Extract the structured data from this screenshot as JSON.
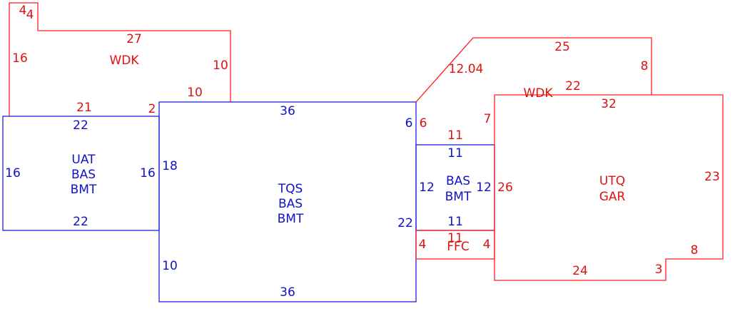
{
  "colors": {
    "red": "#e01010",
    "blue": "#1010c8"
  },
  "areas": {
    "wdk_left": {
      "name": "WDK",
      "dims": [
        "4",
        "4",
        "27",
        "16",
        "10",
        "10",
        "21",
        "2"
      ]
    },
    "uat": {
      "name_lines": [
        "UAT",
        "BAS",
        "BMT"
      ],
      "dims": [
        "22",
        "16",
        "16",
        "22"
      ]
    },
    "tqs": {
      "name_lines": [
        "TQS",
        "BAS",
        "BMT"
      ],
      "dims": [
        "36",
        "18",
        "22",
        "10",
        "36"
      ]
    },
    "wdk_right": {
      "name": "WDK",
      "dims": [
        "25",
        "12.04",
        "8",
        "22",
        "6",
        "7",
        "11"
      ]
    },
    "bas_mid": {
      "name_lines": [
        "BAS",
        "BMT"
      ],
      "dims": [
        "6",
        "11",
        "12",
        "12",
        "11"
      ]
    },
    "ffc": {
      "name": "FFC",
      "dims": [
        "4",
        "11",
        "4"
      ]
    },
    "utq": {
      "name_lines": [
        "UTQ",
        "GAR"
      ],
      "dims": [
        "32",
        "26",
        "23",
        "8",
        "3",
        "24"
      ]
    }
  }
}
